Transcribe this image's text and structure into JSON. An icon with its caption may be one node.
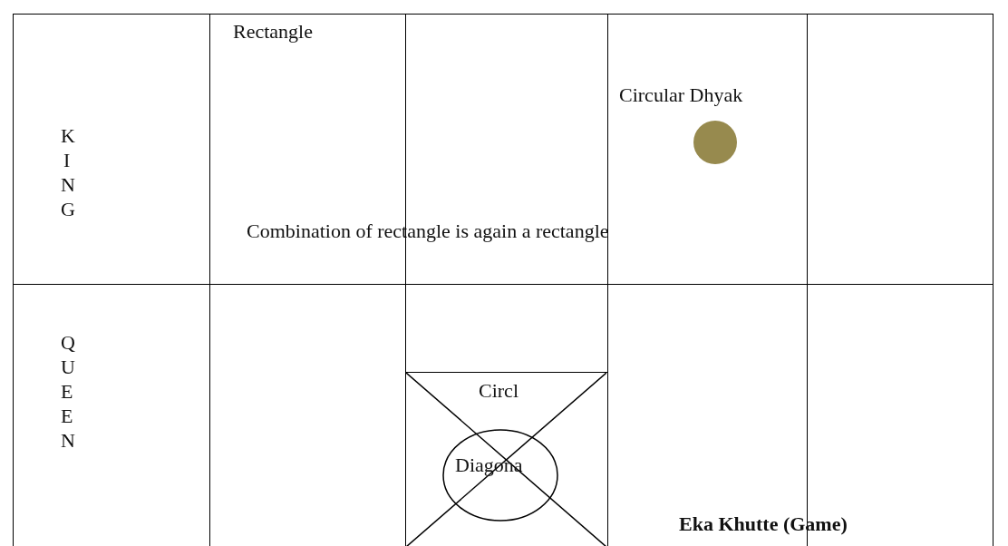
{
  "diagram": {
    "nodes": [
      {
        "text": [
          "K I N G"
        ]
      },
      {
        "text": [
          "Rectangle"
        ]
      },
      {
        "text": [
          "Circular Dhyak"
        ]
      },
      {
        "text": [],
        "shape": "circle",
        "in": 2
      },
      {
        "text": [
          "Q U E E N"
        ]
      },
      {
        "text": [
          "Circl"
        ]
      },
      {
        "text": [
          "Diagona"
        ],
        "in": 5
      }
    ],
    "labels": [
      "Combination of rectangle is again a rectangle",
      "Eka Khutte (Game)"
    ]
  }
}
